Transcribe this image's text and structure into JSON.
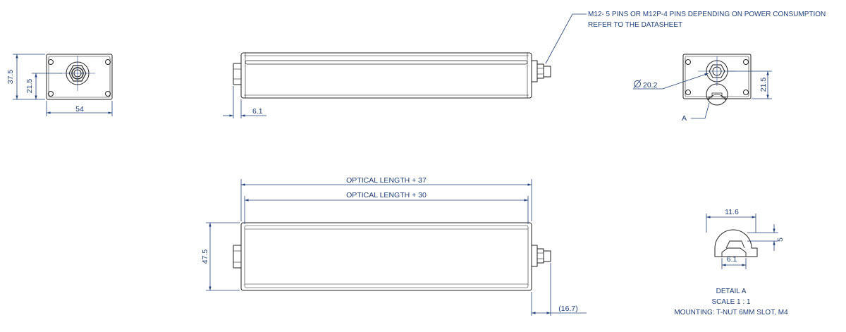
{
  "callout": {
    "line1": "M12- 5 PINS OR M12P-4 PINS DEPENDING ON POWER CONSUMPTION",
    "line2": "REFER TO THE DATASHEET"
  },
  "end_view": {
    "height": "37.5",
    "conn_height": "21.5",
    "width": "54"
  },
  "side_view": {
    "offset": "6.1"
  },
  "rear_view": {
    "diameter": "20.2",
    "conn_height": "21.5",
    "detail_label": "A"
  },
  "top_view": {
    "length_outer": "OPTICAL LENGTH + 37",
    "length_inner": "OPTICAL LENGTH + 30",
    "height": "47.5",
    "connector_length": "(16.7)"
  },
  "detail": {
    "width": "11.6",
    "slot_height": "5",
    "slot_width": "6.1",
    "title": "DETAIL A",
    "scale": "SCALE 1 : 1",
    "mounting": "MOUNTING: T-NUT 6MM SLOT, M4"
  },
  "colors": {
    "line": "#222222",
    "dimension": "#1f3f7a"
  }
}
